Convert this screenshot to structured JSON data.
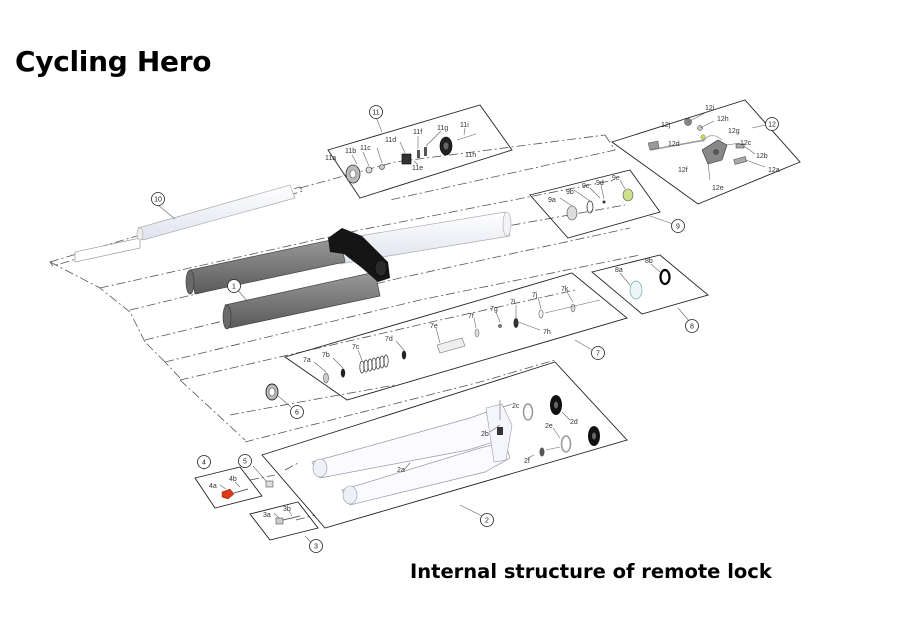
{
  "brand": "Cycling Hero",
  "caption": "Internal structure of remote lock",
  "callouts": [
    "1",
    "2",
    "3",
    "4",
    "5",
    "6",
    "7",
    "8",
    "9",
    "10",
    "11",
    "12"
  ],
  "groups": {
    "g11": [
      "11a",
      "11b",
      "11c",
      "11d",
      "11e",
      "11f",
      "11g",
      "11h",
      "11i"
    ],
    "g12": [
      "12a",
      "12b",
      "12c",
      "12d",
      "12e",
      "12f",
      "12g",
      "12h",
      "12i",
      "12j"
    ],
    "g9": [
      "9a",
      "9b",
      "9c",
      "9d",
      "9e"
    ],
    "g8": [
      "8a",
      "8b"
    ],
    "g7": [
      "7a",
      "7b",
      "7c",
      "7d",
      "7e",
      "7f",
      "7g",
      "7h",
      "7i",
      "7j",
      "7k"
    ],
    "g2": [
      "2a",
      "2b",
      "2c",
      "2d",
      "2e",
      "2f"
    ],
    "g4": [
      "4a",
      "4b"
    ],
    "g3": [
      "3a",
      "3b"
    ]
  }
}
